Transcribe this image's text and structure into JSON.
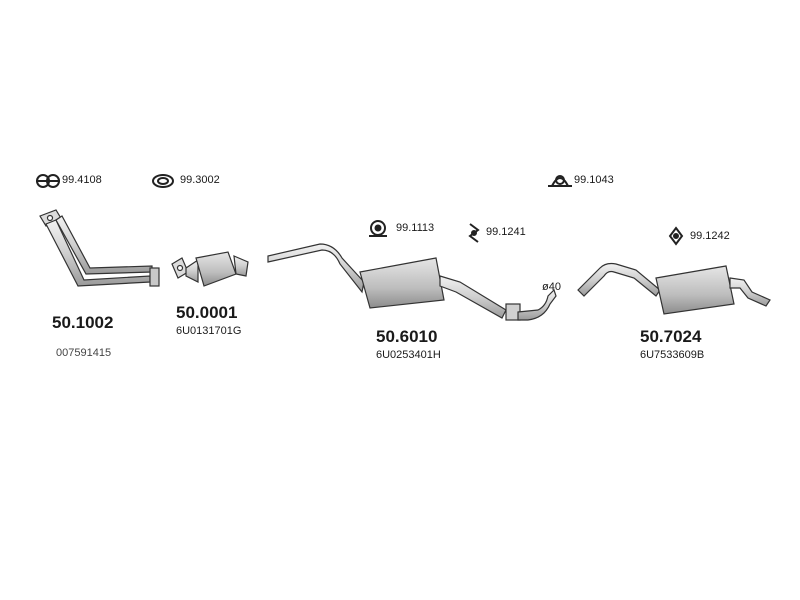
{
  "accessories": {
    "clamp_a": "99.4108",
    "gasket_ring": "99.3002",
    "clamp_b": "99.1043",
    "hanger_a": "99.1113",
    "hanger_b": "99.1241",
    "hanger_c": "99.1242"
  },
  "parts": {
    "front_pipe": {
      "number": "50.1002",
      "ref": "007591415"
    },
    "catalyst": {
      "number": "50.0001",
      "ref": "6U0131701G"
    },
    "middle_silencer": {
      "number": "50.6010",
      "ref": "6U0253401H"
    },
    "rear_silencer": {
      "number": "50.7024",
      "ref": "6U7533609B"
    }
  },
  "dimension": {
    "diameter": "ø40"
  }
}
